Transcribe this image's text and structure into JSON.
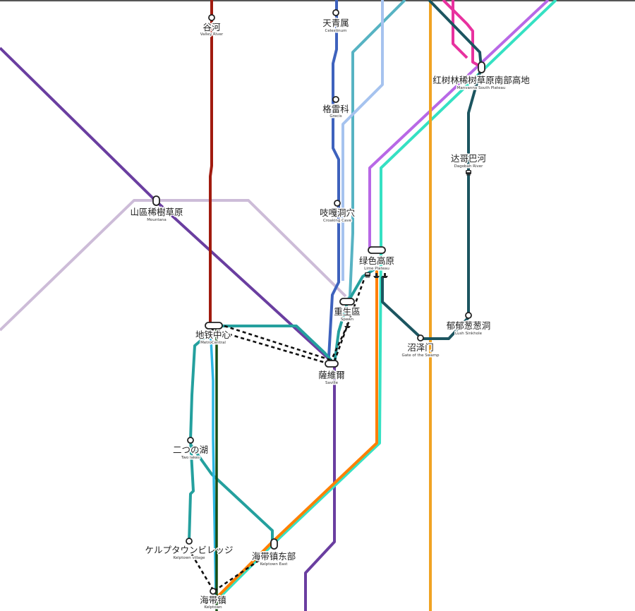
{
  "map": {
    "colors": {
      "red": "#a11b0f",
      "purple": "#6a3ea0",
      "lavender": "#cdbcd8",
      "royal_blue": "#3e62bd",
      "steel_teal": "#57b3c3",
      "light_blue": "#a6c3ef",
      "magenta": "#b868e6",
      "aqua": "#35e1c3",
      "orange": "#f0a323",
      "orange_deep": "#ff7f00",
      "pink": "#e8329f",
      "dark_teal": "#1c5560",
      "teal": "#24a09e",
      "cyan": "#2bb7e3",
      "dark_green": "#174d13"
    },
    "stations": {
      "valley_river": {
        "zh": "谷河",
        "en": "Valley River",
        "type": "stop"
      },
      "celestinum": {
        "zh": "天青属",
        "en": "Celestinum",
        "type": "stop"
      },
      "grecis": {
        "zh": "格雷科",
        "en": "Grecis",
        "type": "stop"
      },
      "croaking_cave": {
        "zh": "吱嘎洞穴",
        "en": "Croaking Cave",
        "type": "stop"
      },
      "mountana": {
        "zh": "山區稀樹草原",
        "en": "Mountana",
        "type": "interchange"
      },
      "lime_plateau": {
        "zh": "绿色高原",
        "en": "Lime Plateau",
        "type": "interchange",
        "pictograms": [
          "train-icon",
          "ferry-icon",
          "ferry-icon"
        ]
      },
      "spawn": {
        "zh": "重生區",
        "en": "Spawn",
        "type": "interchange",
        "pictograms": [
          "ferry-icon"
        ]
      },
      "metro_central": {
        "zh": "地铁中心",
        "en": "MetroCentral",
        "type": "interchange"
      },
      "saville": {
        "zh": "薩維爾",
        "en": "Saville",
        "type": "interchange"
      },
      "manvanna": {
        "zh": "红树林稀树草原南部高地",
        "en": "Manvanna South Plateau",
        "type": "interchange"
      },
      "dagobah_river": {
        "zh": "达哥巴河",
        "en": "Dagobah River",
        "type": "stop",
        "pictograms": [
          "train-icon"
        ]
      },
      "lush_sinkhole": {
        "zh": "郁郁葱葱洞",
        "en": "Lush Sinkhole",
        "type": "stop"
      },
      "gate_of_swamp": {
        "zh": "沼泽门",
        "en": "Gate of the Swamp",
        "type": "stop"
      },
      "two_lakes": {
        "zh": "二つの湖",
        "en": "Two lakes",
        "type": "stop"
      },
      "kelptown_village": {
        "zh": "ケルプタウンビレッジ",
        "en": "Kelptown village",
        "type": "stop"
      },
      "kelptown_east": {
        "zh": "海带镇东部",
        "en": "Kelptown East",
        "type": "interchange"
      },
      "kelptown": {
        "zh": "海带镇",
        "en": "Kelptown",
        "type": "stop"
      }
    }
  }
}
